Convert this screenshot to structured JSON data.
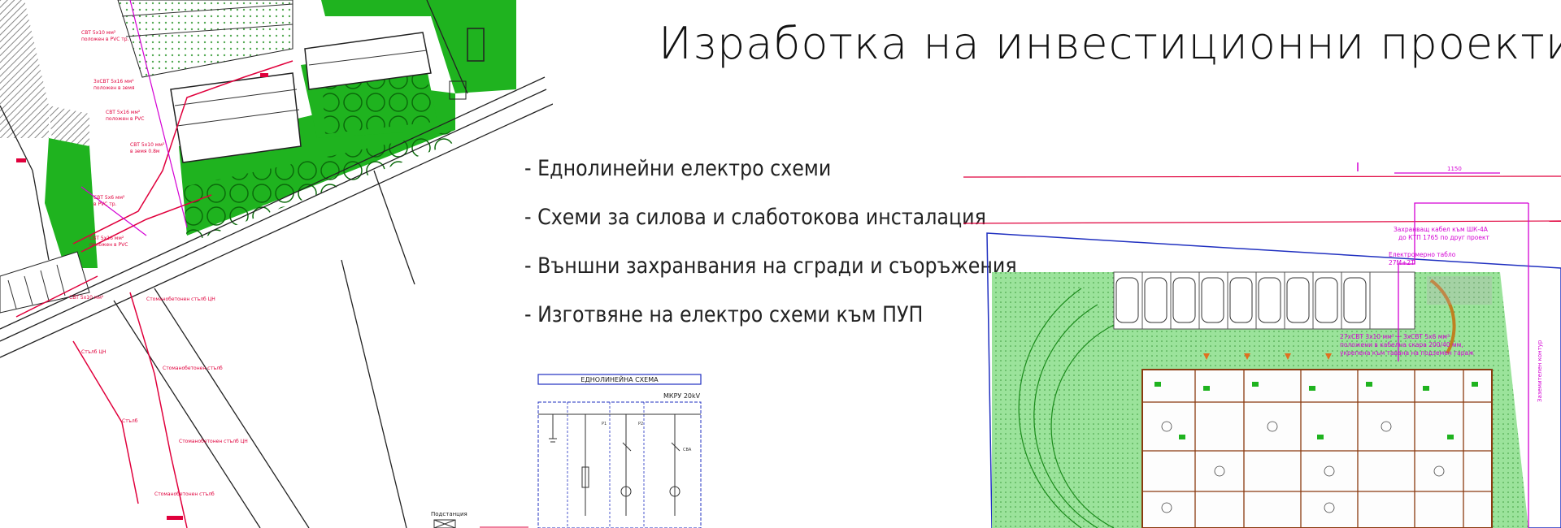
{
  "page": {
    "title": "Изработка на инвестиционни проекти",
    "bullets": [
      "- Еднолинейни електро схеми",
      "- Схеми за силова и слаботокова инсталация",
      "- Външни захранвания на сгради и съоръжения",
      "- Изготвяне на електро схеми към ПУП"
    ]
  },
  "schematic": {
    "heading": "ЕДНОЛИНЕЙНА СХЕМА",
    "label_mkru": "МКРУ 20kV",
    "label_substation": "Подстанция"
  },
  "site_plan_right": {
    "dimension": "1150",
    "note_cable": "Захранващ кабел към ШК-4А",
    "note_cable_2": "до КТП 1765 по друг проект",
    "note_panel": "Електромерно табло",
    "note_panel_2": "27М+2Т",
    "note_route": "27хСВТ 3х10 мм² + 3хСВТ 5х6 мм²",
    "note_route_2": "положени в кабелна скара 200/40 мм,",
    "note_route_3": "укрепена към тавана на подземен гараж",
    "note_side": "Заземителен контур"
  },
  "colors": {
    "green": "#1fb31f",
    "light_green": "#9be39b",
    "red": "#e0003c",
    "magenta": "#d400d4",
    "blue": "#2030c0"
  }
}
